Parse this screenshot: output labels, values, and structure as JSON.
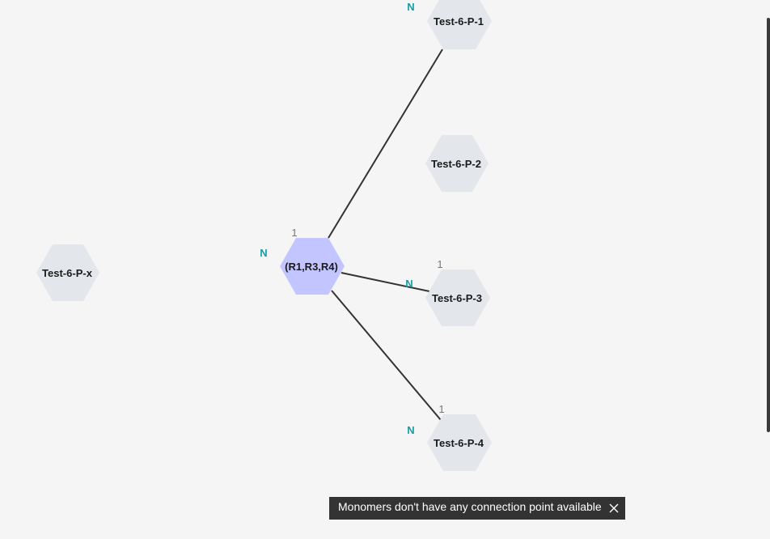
{
  "colors": {
    "background": "#f5f5f5",
    "monomer_fill": "#e3e7ec",
    "selected_fill": "#c2c5ff",
    "bond": "#333333",
    "n_label": "#1a9aa3",
    "toast_bg": "#333333"
  },
  "monomers": [
    {
      "id": "p1",
      "label": "Test-6-P-1"
    },
    {
      "id": "p2",
      "label": "Test-6-P-2"
    },
    {
      "id": "p3",
      "label": "Test-6-P-3"
    },
    {
      "id": "p4",
      "label": "Test-6-P-4"
    },
    {
      "id": "px",
      "label": "Test-6-P-x"
    },
    {
      "id": "center",
      "label": "(R1,R3,R4)"
    }
  ],
  "attachment_labels": {
    "n": "N",
    "one": "1"
  },
  "toast": {
    "message": "Monomers don't have any connection point available",
    "close_icon": "close-icon"
  }
}
